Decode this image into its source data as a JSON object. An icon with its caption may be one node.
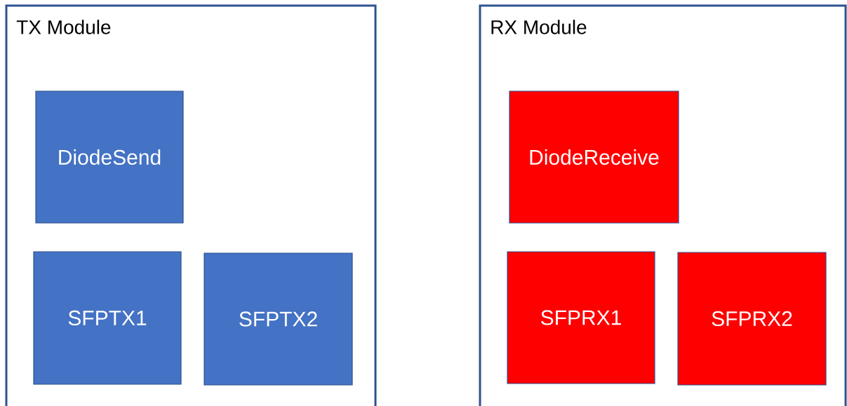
{
  "diagram": {
    "nodes": [
      {
        "text": [
          "TX Module"
        ]
      },
      {
        "text": [
          "DiodeSend"
        ],
        "in": 0
      },
      {
        "text": [
          "SFPTX1"
        ],
        "in": 0
      },
      {
        "text": [
          "SFPTX2"
        ],
        "in": 0
      },
      {
        "text": [
          "RX Module"
        ]
      },
      {
        "text": [
          "DiodeReceive"
        ],
        "in": 4
      },
      {
        "text": [
          "SFPRX1"
        ],
        "in": 4
      },
      {
        "text": [
          "SFPRX2"
        ],
        "in": 4
      }
    ]
  }
}
